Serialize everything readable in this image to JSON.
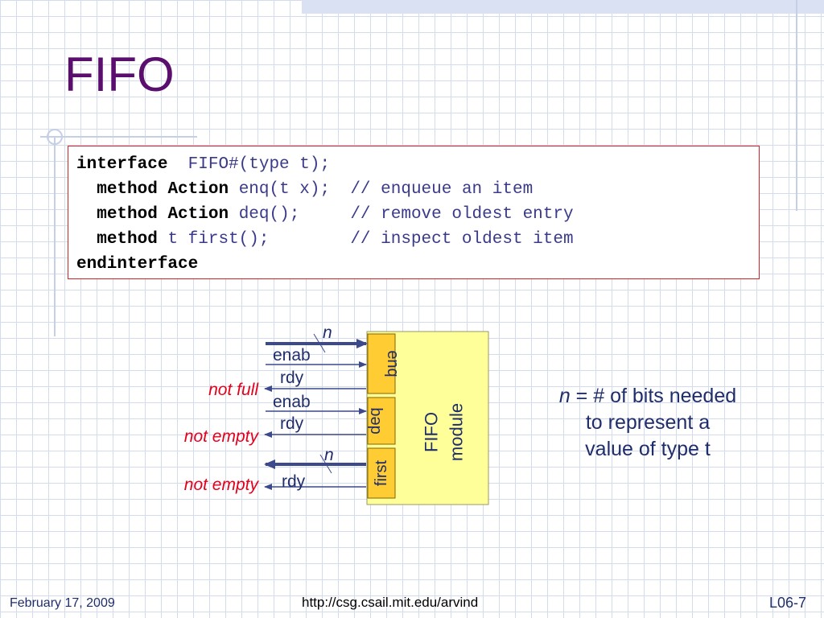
{
  "slide": {
    "title": "FIFO",
    "footer": {
      "date": "February 17, 2009",
      "url": "http://csg.csail.mit.edu/arvind",
      "slide_number": "L06-7"
    }
  },
  "code": {
    "kw_interface": "interface",
    "iface_name": "FIFO#(type t);",
    "kw_method": "method",
    "kw_action": "Action",
    "enq_sig": "enq(t x);",
    "enq_comment": "// enqueue an item",
    "deq_sig": "deq();",
    "deq_comment": "// remove oldest entry",
    "first_sig": "t first();",
    "first_comment": "// inspect oldest item",
    "kw_endinterface": "endinterface"
  },
  "diagram": {
    "module_label_line1": "FIFO",
    "module_label_line2": "module",
    "port_enq": "enq",
    "port_deq": "deq",
    "port_first": "first",
    "sig_enab": "enab",
    "sig_rdy": "rdy",
    "bus_width": "n",
    "not_full": "not full",
    "not_empty": "not empty",
    "colors": {
      "module_fill": "#ffff99",
      "port_fill": "#ffcc33",
      "arrow": "#3c4a8c",
      "status_red": "#e3001b",
      "label_blue": "#1f2d6b"
    }
  },
  "note": {
    "n": "n",
    "rest_line1": " = # of bits needed",
    "line2": "to represent a",
    "line3": "value of type t"
  }
}
